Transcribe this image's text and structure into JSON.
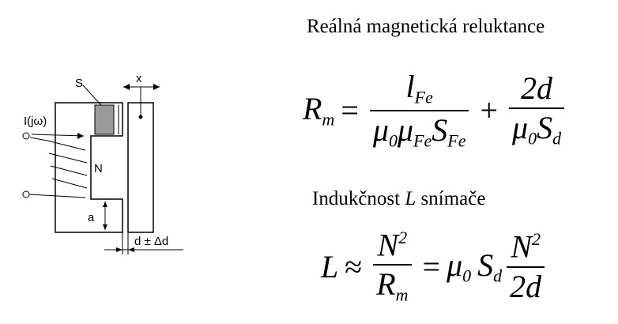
{
  "diagram": {
    "label_s": "S",
    "label_x": "x",
    "label_current": "I(jω)",
    "label_n": "N",
    "label_a": "a",
    "label_d": "d ± Δd"
  },
  "heading1": "Reálná magnetická reluktance",
  "heading2_prefix": "Indukčnost",
  "heading2_var": "L",
  "heading2_suffix": "snímače",
  "eq1": {
    "lhs": "R",
    "lhs_sub": "m",
    "eq": "=",
    "t1_num": "l",
    "t1_num_sub": "Fe",
    "t1_den_mu0": "μ",
    "t1_den_mu0_sub": "0",
    "t1_den_mu": "μ",
    "t1_den_mu_sub": "Fe",
    "t1_den_s": "S",
    "t1_den_s_sub": "Fe",
    "plus": "+",
    "t2_num": "2d",
    "t2_den_mu": "μ",
    "t2_den_mu_sub": "0",
    "t2_den_s": "S",
    "t2_den_s_sub": "d"
  },
  "eq2": {
    "lhs": "L",
    "approx": "≈",
    "f1_num": "N",
    "f1_num_sup": "2",
    "f1_den": "R",
    "f1_den_sub": "m",
    "eq": "=",
    "mu": "μ",
    "mu_sub": "0",
    "s": "S",
    "s_sub": "d",
    "f2_num": "N",
    "f2_num_sup": "2",
    "f2_den": "2d"
  }
}
